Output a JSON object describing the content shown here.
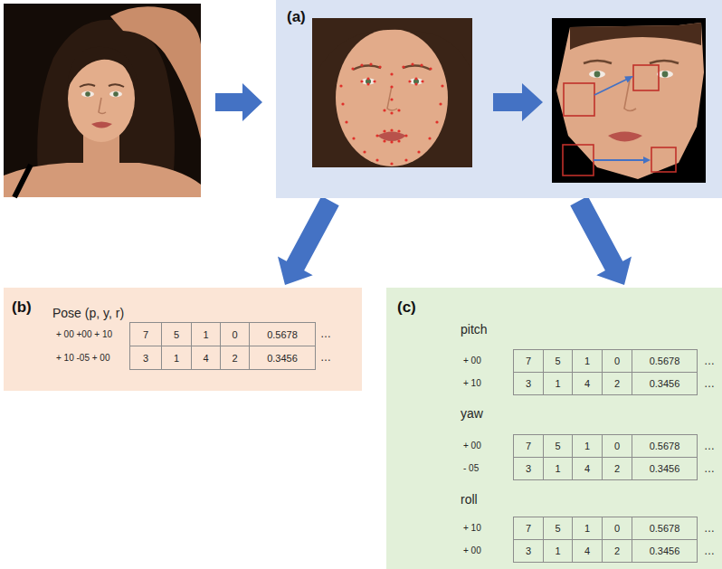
{
  "diagram": {
    "nodes": [
      {
        "text": [
          "(a)"
        ]
      },
      {
        "text": [
          "(b)",
          "Pose (p, y, r)"
        ]
      },
      {
        "text": [
          "(c)",
          "pitch",
          "yaw",
          "roll"
        ]
      }
    ],
    "edges": [
      {
        "from": 0,
        "to": 1,
        "arrow": "to"
      },
      {
        "from": 0,
        "to": 2,
        "arrow": "to"
      }
    ],
    "labels": [
      "+ 00 +00 + 10",
      "7",
      "5",
      "1",
      "0",
      "0.5678",
      "…",
      "+ 10 -05 + 00",
      "3",
      "1",
      "4",
      "2",
      "0.3456",
      "…",
      "+ 00",
      "7",
      "5",
      "1",
      "0",
      "0.5678",
      "…",
      "+ 10",
      "3",
      "1",
      "4",
      "2",
      "0.3456",
      "…",
      "+ 00",
      "7",
      "5",
      "1",
      "0",
      "0.5678",
      "…",
      "- 05",
      "3",
      "1",
      "4",
      "2",
      "0.3456",
      "…",
      "+ 10",
      "7",
      "5",
      "1",
      "0",
      "0.5678",
      "…",
      "+ 00",
      "3",
      "1",
      "4",
      "2",
      "0.3456",
      "…"
    ]
  }
}
